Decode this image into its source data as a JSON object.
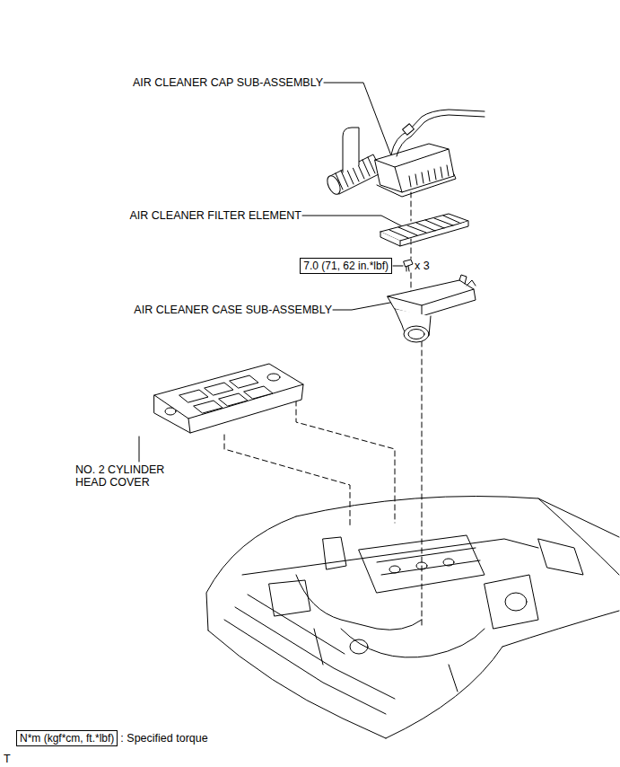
{
  "diagram": {
    "nodes": [
      {
        "text": [
          "7.0 (71, 62 in.*lbf)"
        ]
      },
      {
        "text": [
          "N*m (kgf*cm, ft.*lbf)"
        ]
      }
    ],
    "labels": [
      "AIR CLEANER CAP SUB-ASSEMBLY",
      "AIR CLEANER FILTER ELEMENT",
      "x 3",
      "AIR CLEANER CASE SUB-ASSEMBLY",
      "NO. 2 CYLINDER HEAD COVER",
      ": Specified torque",
      "T"
    ]
  }
}
